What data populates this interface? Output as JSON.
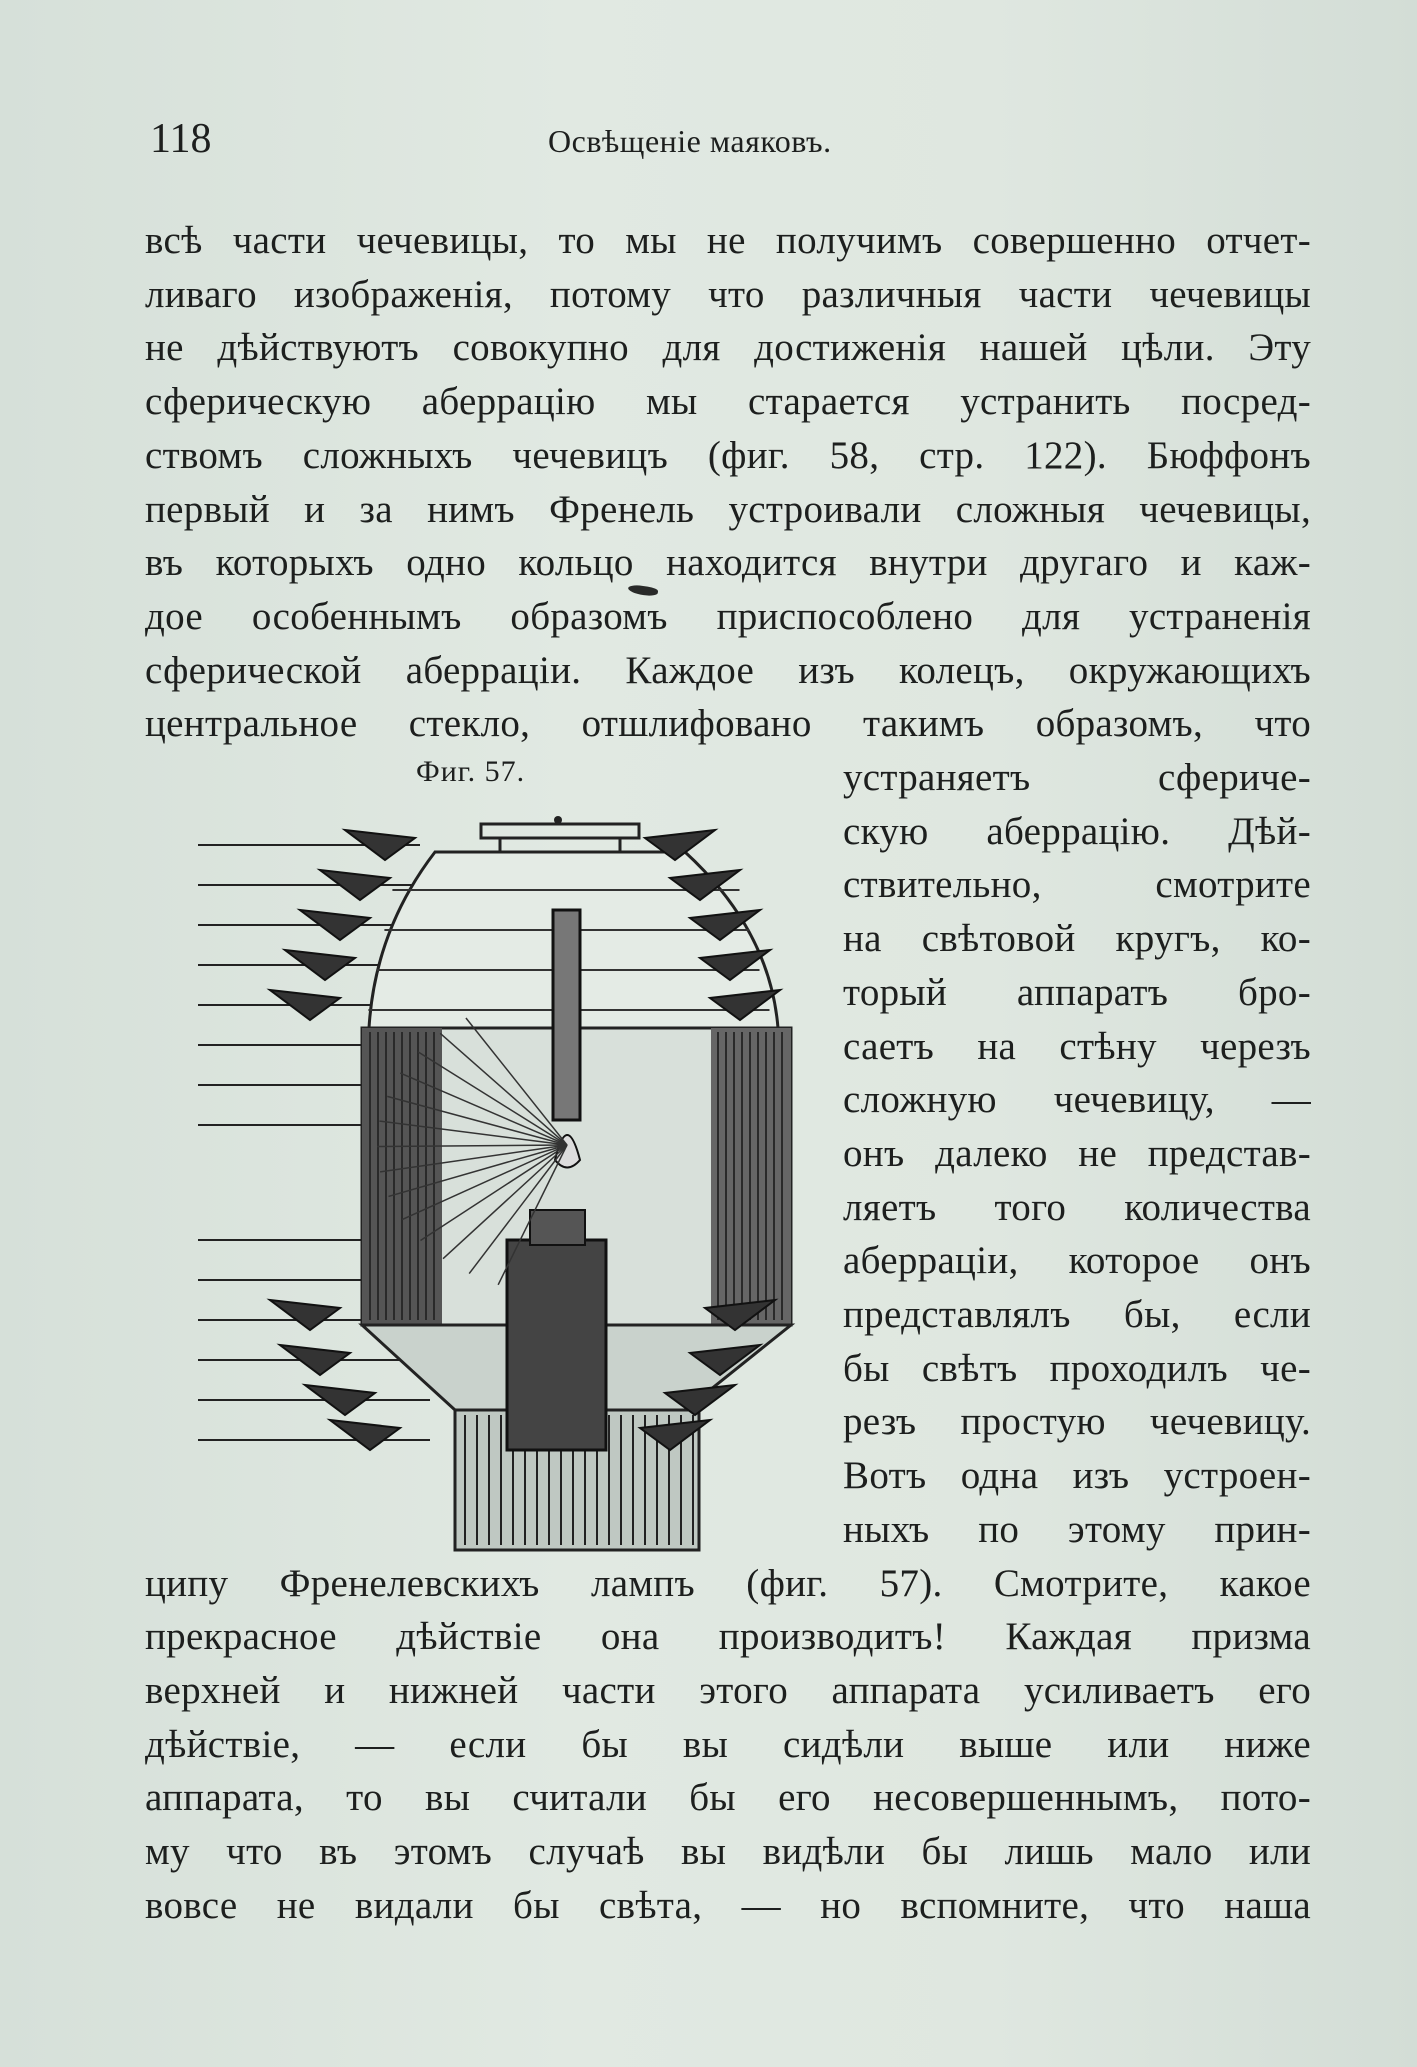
{
  "header": {
    "page_number": "118",
    "running_title": "Освѣщеніе маяковъ."
  },
  "body": {
    "lines_top": [
      "всѣ части чечевицы, то мы не получимъ совершенно отчет-",
      "ливаго изображенія, потому что различныя части чечевицы",
      "не дѣйствуютъ совокупно для достиженія нашей цѣли. Эту",
      "сферическую аберрацію мы старается устранить посред-",
      "ствомъ сложныхъ чечевицъ (фиг. 58, стр. 122). Бюффонъ",
      "первый и за нимъ Френель устроивали сложныя чечевицы,",
      "въ которыхъ одно кольцо находится внутри другаго и каж-",
      "дое особеннымъ образомъ приспособлено для устраненія",
      "сферической аберраціи. Каждое изъ колецъ, окружающихъ",
      "центральное стекло, отшлифовано такимъ образомъ, что"
    ],
    "lines_column": [
      "устраняетъ сфериче-",
      "скую аберрацію. Дѣй-",
      "ствительно, смотрите",
      "на свѣтовой кругъ, ко-",
      "торый аппаратъ бро-",
      "саетъ на стѣну черезъ",
      "сложную чечевицу, —",
      "онъ далеко не представ-",
      "ляетъ того количества",
      "аберраціи, которое онъ",
      "представлялъ бы, если",
      "бы свѣтъ проходилъ че-",
      "резъ простую чечевицу.",
      "Вотъ одна изъ устроен-",
      "ныхъ по этому прин-"
    ],
    "lines_bottom": [
      "ципу Френелевскихъ лампъ (фиг. 57). Смотрите, какое",
      "прекрасное дѣйствіе она производитъ! Каждая призма",
      "верхней и нижней части этого аппарата усиливаетъ его",
      "дѣйствіе, — если бы вы сидѣли выше или ниже",
      "аппарата, то вы считали бы его несовершеннымъ, пото-",
      "му что въ этомъ случаѣ вы видѣли бы лишь мало или",
      "вовсе не видали бы свѣта, — но вспомните, что наша"
    ]
  },
  "figure": {
    "caption": "Фиг. 57.",
    "subject": "fresnel-lamp-engraving"
  },
  "colors": {
    "paper": "#dde6df",
    "ink": "#1d1f1e"
  }
}
